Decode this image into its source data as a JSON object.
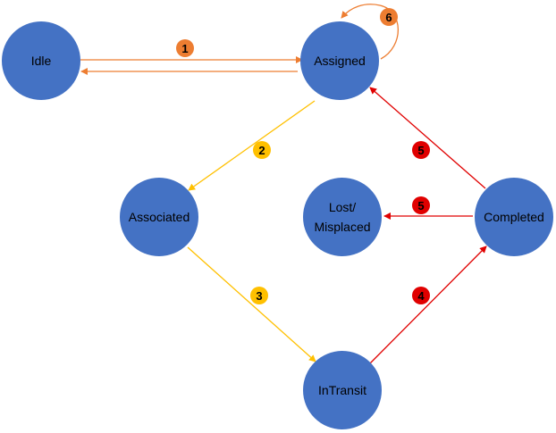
{
  "colors": {
    "node_fill": "#4472c4",
    "orange": "#ed7d31",
    "yellow": "#ffc000",
    "red": "#e00000"
  },
  "states": {
    "idle": "Idle",
    "assigned": "Assigned",
    "associated": "Associated",
    "lost_line1": "Lost/",
    "lost_line2": "Misplaced",
    "completed": "Completed",
    "intransit": "InTransit"
  },
  "transitions": [
    {
      "from": "Idle",
      "to": "Assigned",
      "step": "1",
      "color": "orange"
    },
    {
      "from": "Assigned",
      "to": "Idle",
      "step": "",
      "color": "orange"
    },
    {
      "from": "Assigned",
      "to": "Assigned",
      "step": "6",
      "color": "orange"
    },
    {
      "from": "Assigned",
      "to": "Associated",
      "step": "2",
      "color": "yellow"
    },
    {
      "from": "Associated",
      "to": "InTransit",
      "step": "3",
      "color": "yellow"
    },
    {
      "from": "InTransit",
      "to": "Completed",
      "step": "4",
      "color": "red"
    },
    {
      "from": "Completed",
      "to": "Assigned",
      "step": "5",
      "color": "red"
    },
    {
      "from": "Completed",
      "to": "Lost/Misplaced",
      "step": "5",
      "color": "red"
    }
  ]
}
